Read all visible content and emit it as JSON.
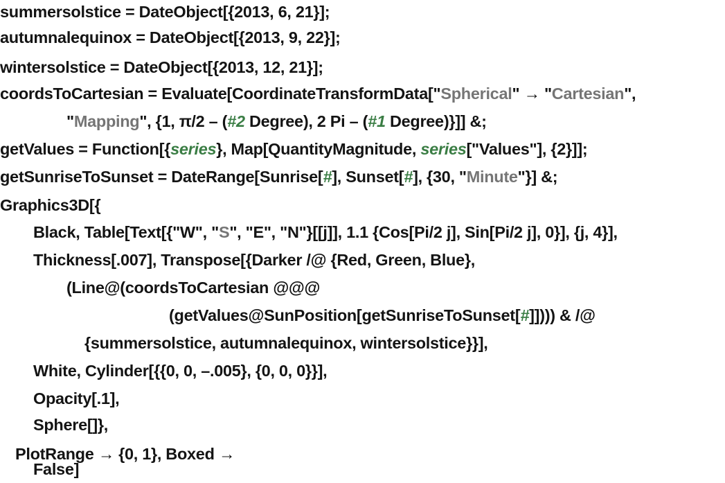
{
  "lines": [
    [
      {
        "t": "summersolstice = DateObject[{2013, 6, 21}];"
      }
    ],
    [
      {
        "t": "autumnalequinox = DateObject[{2013, 9, 22}];"
      }
    ],
    [
      {
        "t": "wintersolstice = DateObject[{2013, 12, 21}];"
      }
    ],
    [
      {
        "t": "coordsToCartesian = Evaluate[CoordinateTransformData[\""
      },
      {
        "t": "Spherical",
        "c": "str"
      },
      {
        "t": "\" → \""
      },
      {
        "t": "Cartesian",
        "c": "str"
      },
      {
        "t": "\","
      }
    ],
    [
      {
        "t": "\""
      },
      {
        "t": "Mapping",
        "c": "str"
      },
      {
        "t": "\", {1, π/2 – ("
      },
      {
        "t": "#2",
        "c": "slot"
      },
      {
        "t": " Degree), 2 Pi – ("
      },
      {
        "t": "#1",
        "c": "slot"
      },
      {
        "t": " Degree)}]] &;"
      }
    ],
    [
      {
        "t": "getValues = Function[{"
      },
      {
        "t": "series",
        "c": "var"
      },
      {
        "t": "}, Map[QuantityMagnitude, "
      },
      {
        "t": "series",
        "c": "var"
      },
      {
        "t": "[\"Values\"], {2}]];"
      }
    ],
    [
      {
        "t": "getSunriseToSunset = DateRange[Sunrise["
      },
      {
        "t": "#",
        "c": "slot"
      },
      {
        "t": "], Sunset["
      },
      {
        "t": "#",
        "c": "slot"
      },
      {
        "t": "], {30, \""
      },
      {
        "t": "Minute",
        "c": "str"
      },
      {
        "t": "\"}] &;"
      }
    ],
    [
      {
        "t": "Graphics3D[{"
      }
    ],
    [
      {
        "t": "Black, Table[Text[{\"W\", \""
      },
      {
        "t": "S",
        "c": "str"
      },
      {
        "t": "\", \"E\", \"N\"}[[j]], 1.1 {Cos[Pi/2 j], Sin[Pi/2 j], 0}], {j, 4}],"
      }
    ],
    [
      {
        "t": "Thickness[.007], Transpose[{Darker /@ {Red, Green, Blue},"
      }
    ],
    [
      {
        "t": "(Line@(coordsToCartesian @@@"
      }
    ],
    [
      {
        "t": "(getValues@SunPosition[getSunriseToSunset["
      },
      {
        "t": "#",
        "c": "slot"
      },
      {
        "t": "]]))) & /@"
      }
    ],
    [
      {
        "t": "{summersolstice, autumnalequinox, wintersolstice}}],"
      }
    ],
    [
      {
        "t": "White, Cylinder[{{0, 0, –.005}, {0, 0, 0}}],"
      }
    ],
    [
      {
        "t": "Opacity[.1],"
      }
    ],
    [
      {
        "t": "Sphere[]},"
      }
    ],
    [
      {
        "t": "PlotRange → {0, 1}, Boxed →"
      }
    ],
    [
      {
        "t": "False]"
      }
    ]
  ]
}
